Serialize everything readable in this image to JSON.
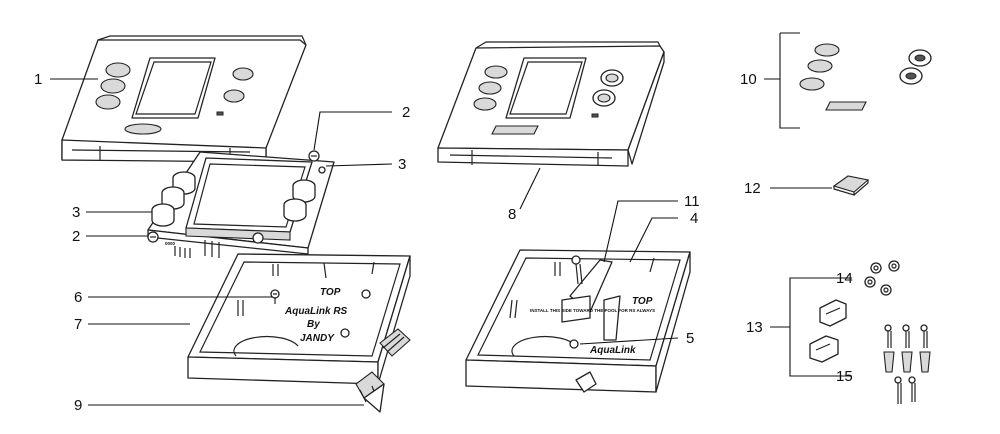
{
  "callouts": [
    "1",
    "2",
    "3",
    "3",
    "2",
    "6",
    "7",
    "9",
    "8",
    "11",
    "4",
    "5",
    "10",
    "12",
    "14",
    "13",
    "15"
  ],
  "box_text": {
    "line1": "TOP",
    "line2": "AquaLink RS",
    "line3": "By",
    "line4": "JANDY",
    "right_top": "TOP",
    "right_brand": "AquaLink",
    "install_text": "INSTALL THIS SIDE TOWARD THE POOL FOR RS ALWAYS"
  },
  "board_text": "0000"
}
